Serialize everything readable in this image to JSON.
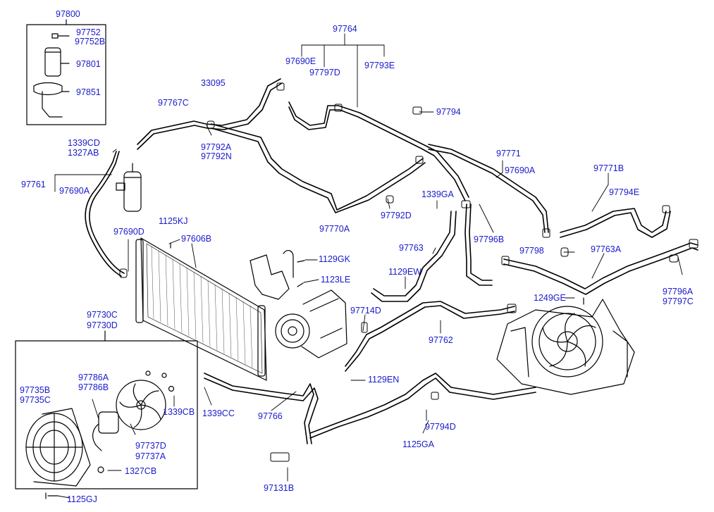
{
  "style": {
    "label_color": "#1a1acc",
    "line_color": "#000000",
    "background": "#ffffff"
  },
  "labels": {
    "p97800": "97800",
    "p97752": "97752",
    "p97752B": "97752B",
    "p97801": "97801",
    "p97851": "97851",
    "p1339CD": "1339CD",
    "p1327AB": "1327AB",
    "p97761": "97761",
    "p97690A_l": "97690A",
    "p97767C": "97767C",
    "p33095": "33095",
    "p97792A": "97792A",
    "p97792N": "97792N",
    "p97764": "97764",
    "p97690E": "97690E",
    "p97797D": "97797D",
    "p97793E": "97793E",
    "p97794": "97794",
    "p97771": "97771",
    "p97690A_r": "97690A",
    "p97771B": "97771B",
    "p97794E": "97794E",
    "p1339GA": "1339GA",
    "p97792D": "97792D",
    "p97770A": "97770A",
    "p97796B": "97796B",
    "p1125KJ": "1125KJ",
    "p97606B": "97606B",
    "p97690D": "97690D",
    "p1129GK": "1129GK",
    "p97763": "97763",
    "p97798": "97798",
    "p97763A": "97763A",
    "p1123LE": "1123LE",
    "p1129EW": "1129EW",
    "p97796A": "97796A",
    "p97797C": "97797C",
    "p1249GE": "1249GE",
    "p97714D": "97714D",
    "p97762": "97762",
    "p97730C": "97730C",
    "p97730D": "97730D",
    "p97786A": "97786A",
    "p97786B": "97786B",
    "p97735B": "97735B",
    "p97735C": "97735C",
    "p1339CB": "1339CB",
    "p1339CC": "1339CC",
    "p97766": "97766",
    "p1129EN": "1129EN",
    "p97737D": "97737D",
    "p97737A": "97737A",
    "p1327CB": "1327CB",
    "p97794D": "97794D",
    "p1125GA": "1125GA",
    "p97131B": "97131B",
    "p1125GJ": "1125GJ"
  }
}
